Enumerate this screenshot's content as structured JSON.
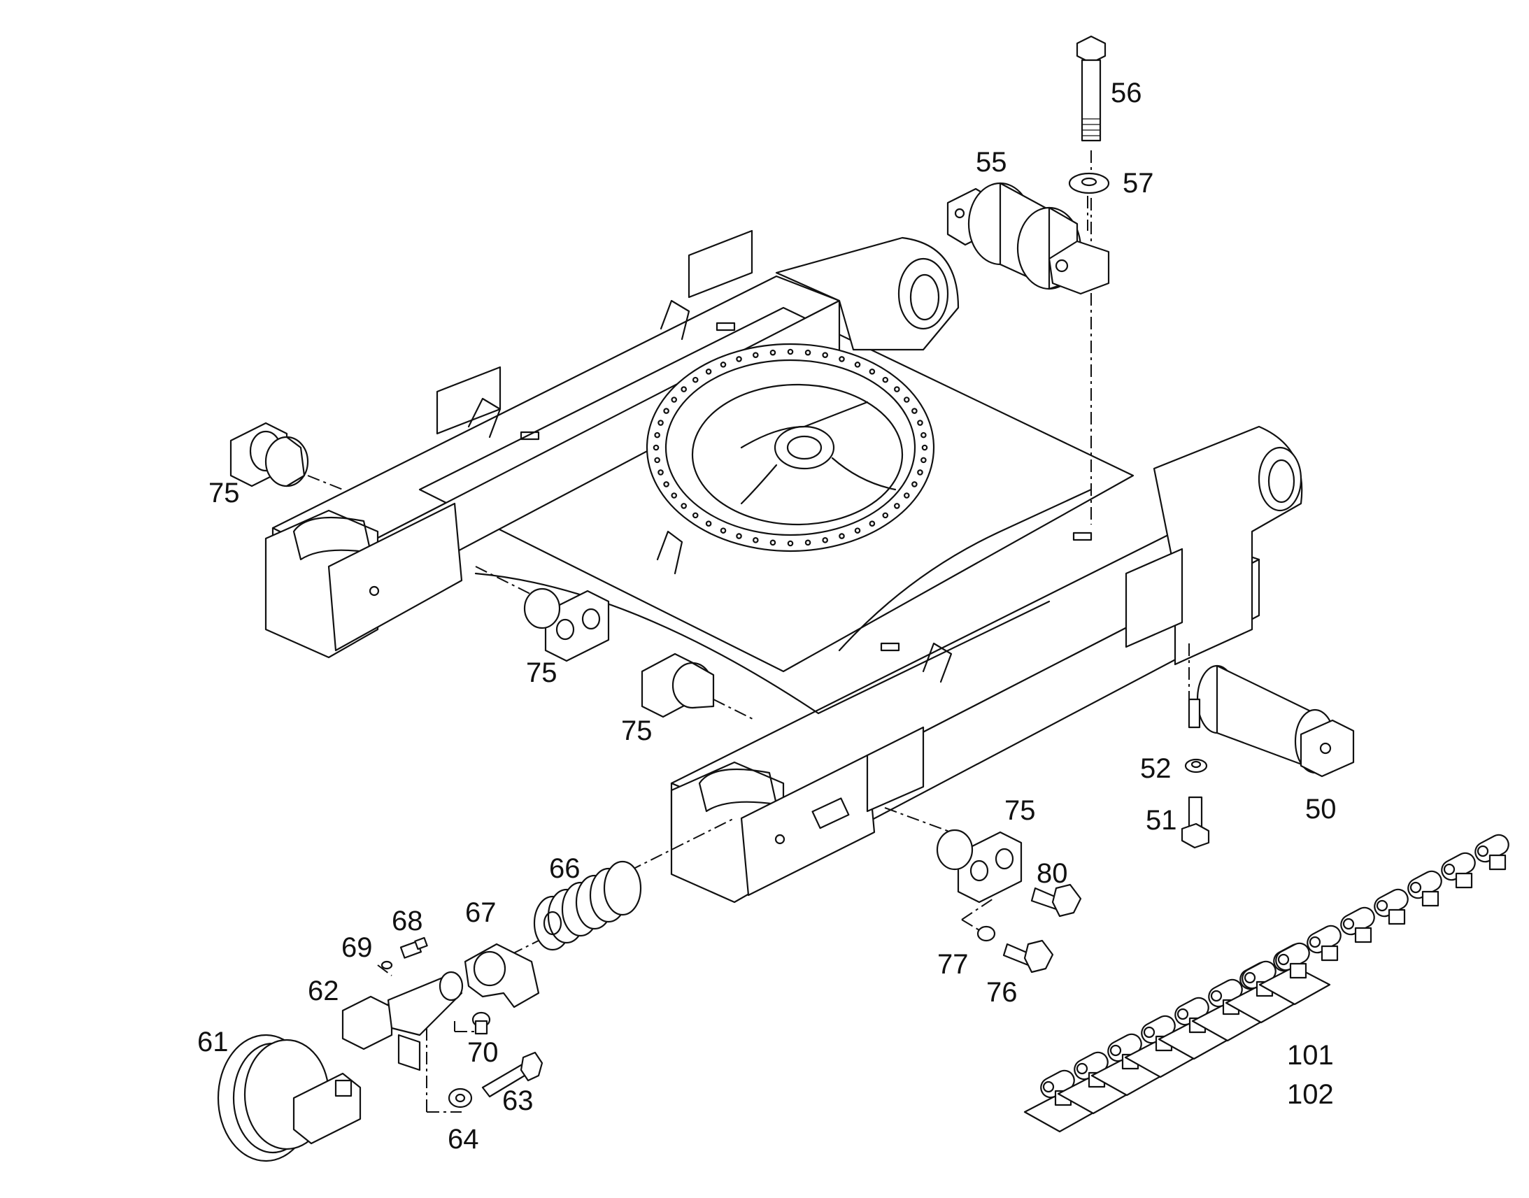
{
  "callouts": {
    "c56": "56",
    "c57": "57",
    "c55": "55",
    "c75a": "75",
    "c75b": "75",
    "c75c": "75",
    "c75d": "75",
    "c52": "52",
    "c51": "51",
    "c50": "50",
    "c66": "66",
    "c67": "67",
    "c68": "68",
    "c69": "69",
    "c62": "62",
    "c61": "61",
    "c70": "70",
    "c63": "63",
    "c64": "64",
    "c80": "80",
    "c77": "77",
    "c76": "76",
    "c101": "101",
    "c102": "102"
  },
  "colors": {
    "line": "#111111",
    "background": "#ffffff"
  }
}
